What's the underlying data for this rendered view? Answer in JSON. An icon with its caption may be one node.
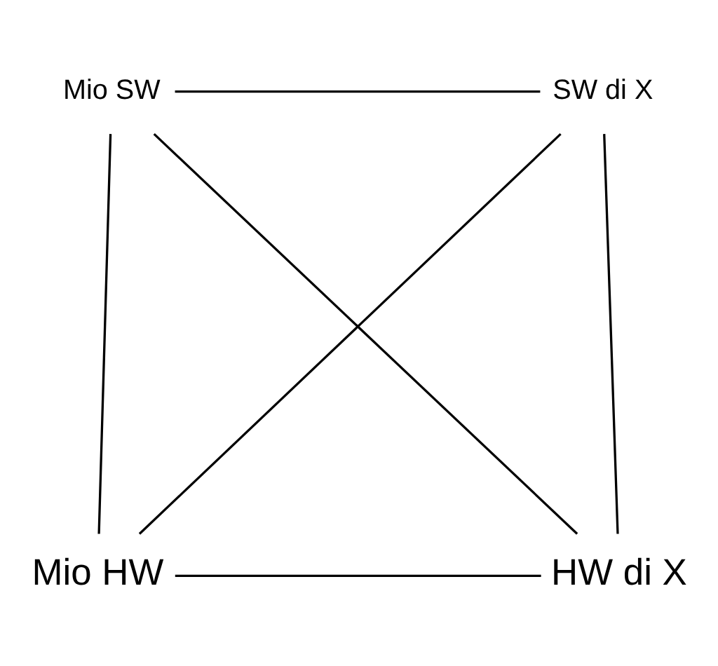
{
  "diagram": {
    "nodes": [
      {
        "text": [
          "Mio SW"
        ]
      },
      {
        "text": [
          "SW di X"
        ]
      },
      {
        "text": [
          "Mio HW"
        ]
      },
      {
        "text": [
          "HW di X"
        ]
      }
    ],
    "edges": [
      {
        "from": 0,
        "to": 1,
        "arrow": "none"
      },
      {
        "from": 0,
        "to": 2,
        "arrow": "none"
      },
      {
        "from": 0,
        "to": 3,
        "arrow": "none"
      },
      {
        "from": 1,
        "to": 2,
        "arrow": "none"
      },
      {
        "from": 1,
        "to": 3,
        "arrow": "none"
      },
      {
        "from": 2,
        "to": 3,
        "arrow": "none"
      }
    ]
  }
}
